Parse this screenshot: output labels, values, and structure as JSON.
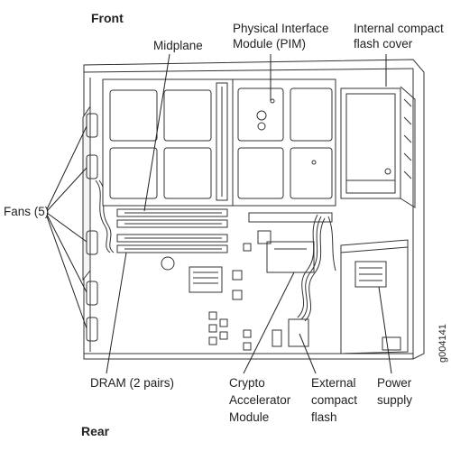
{
  "labels": {
    "front": "Front",
    "rear": "Rear",
    "midplane": "Midplane",
    "pim_line1": "Physical Interface",
    "pim_line2": "Module (PIM)",
    "cf_cover_line1": "Internal compact",
    "cf_cover_line2": "flash cover",
    "fans": "Fans (5)",
    "dram": "DRAM (2 pairs)",
    "crypto_line1": "Crypto",
    "crypto_line2": "Accelerator",
    "crypto_line3": "Module",
    "ext_cf_line1": "External",
    "ext_cf_line2": "compact",
    "ext_cf_line3": "flash",
    "psu_line1": "Power",
    "psu_line2": "supply",
    "figure_id": "g004141"
  }
}
